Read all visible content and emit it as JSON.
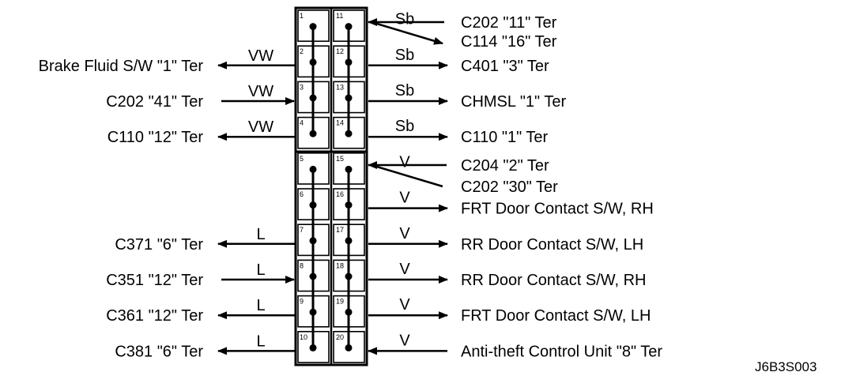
{
  "diagram_code": "J6B3S003",
  "pins": [
    "1",
    "2",
    "3",
    "4",
    "5",
    "6",
    "7",
    "8",
    "9",
    "10",
    "11",
    "12",
    "13",
    "14",
    "15",
    "16",
    "17",
    "18",
    "19",
    "20"
  ],
  "left_connections": [
    {
      "pin": "2",
      "wire": "VW",
      "label": "Brake Fluid S/W  \"1\" Ter",
      "direction": "out"
    },
    {
      "pin": "3",
      "wire": "VW",
      "label": "C202  \"41\" Ter",
      "direction": "in"
    },
    {
      "pin": "4",
      "wire": "VW",
      "label": "C110  \"12\" Ter",
      "direction": "out"
    },
    {
      "pin": "7",
      "wire": "L",
      "label": "C371  \"6\" Ter",
      "direction": "out"
    },
    {
      "pin": "8",
      "wire": "L",
      "label": "C351  \"12\" Ter",
      "direction": "in"
    },
    {
      "pin": "9",
      "wire": "L",
      "label": "C361  \"12\" Ter",
      "direction": "out"
    },
    {
      "pin": "10",
      "wire": "L",
      "label": "C381  \"6\" Ter",
      "direction": "out"
    }
  ],
  "right_connections": [
    {
      "pin": "11",
      "wire": "Sb",
      "labels": [
        "C202  \"11\" Ter",
        "C114 \"16\" Ter"
      ],
      "direction": "branch"
    },
    {
      "pin": "12",
      "wire": "Sb",
      "label": "C401  \"3\" Ter",
      "direction": "out"
    },
    {
      "pin": "13",
      "wire": "Sb",
      "label": "CHMSL  \"1\" Ter",
      "direction": "out"
    },
    {
      "pin": "14",
      "wire": "Sb",
      "label": "C110  \"1\" Ter",
      "direction": "out"
    },
    {
      "pin": "15",
      "wire": "V",
      "labels": [
        "C204  \"2\" Ter",
        "C202  \"30\" Ter"
      ],
      "direction": "join"
    },
    {
      "pin": "16",
      "wire": "V",
      "label": "FRT Door Contact S/W, RH",
      "direction": "out"
    },
    {
      "pin": "17",
      "wire": "V",
      "label": "RR Door  Contact S/W, LH",
      "direction": "out"
    },
    {
      "pin": "18",
      "wire": "V",
      "label": "RR Door Contact S/W, RH",
      "direction": "out"
    },
    {
      "pin": "19",
      "wire": "V",
      "label": "FRT Door  Contact S/W, LH",
      "direction": "out"
    },
    {
      "pin": "20",
      "wire": "V",
      "label": "Anti-theft Control Unit  \"8\" Ter",
      "direction": "in"
    }
  ]
}
